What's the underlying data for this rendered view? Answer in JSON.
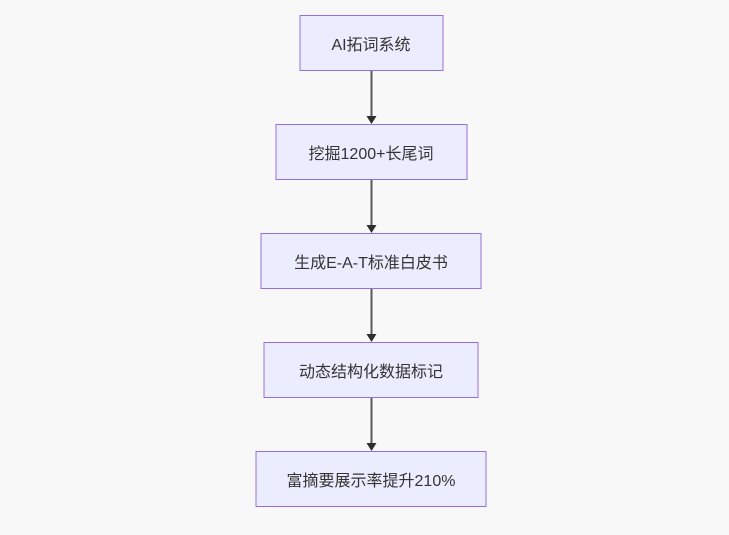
{
  "flowchart": {
    "type": "flowchart",
    "direction": "top-down",
    "colors": {
      "background": "#f8f8f8",
      "node_fill": "#ECECFF",
      "node_border": "#9370DB",
      "node_text": "#333333",
      "arrow_line": "#5a5a5a",
      "arrow_head": "#2e2e2e"
    },
    "nodes": [
      {
        "id": "n1",
        "label": "AI拓词系统"
      },
      {
        "id": "n2",
        "label": "挖掘1200+长尾词"
      },
      {
        "id": "n3",
        "label": "生成E-A-T标准白皮书"
      },
      {
        "id": "n4",
        "label": "动态结构化数据标记"
      },
      {
        "id": "n5",
        "label": "富摘要展示率提升210%"
      }
    ],
    "edges": [
      {
        "from": "n1",
        "to": "n2"
      },
      {
        "from": "n2",
        "to": "n3"
      },
      {
        "from": "n3",
        "to": "n4"
      },
      {
        "from": "n4",
        "to": "n5"
      }
    ]
  }
}
